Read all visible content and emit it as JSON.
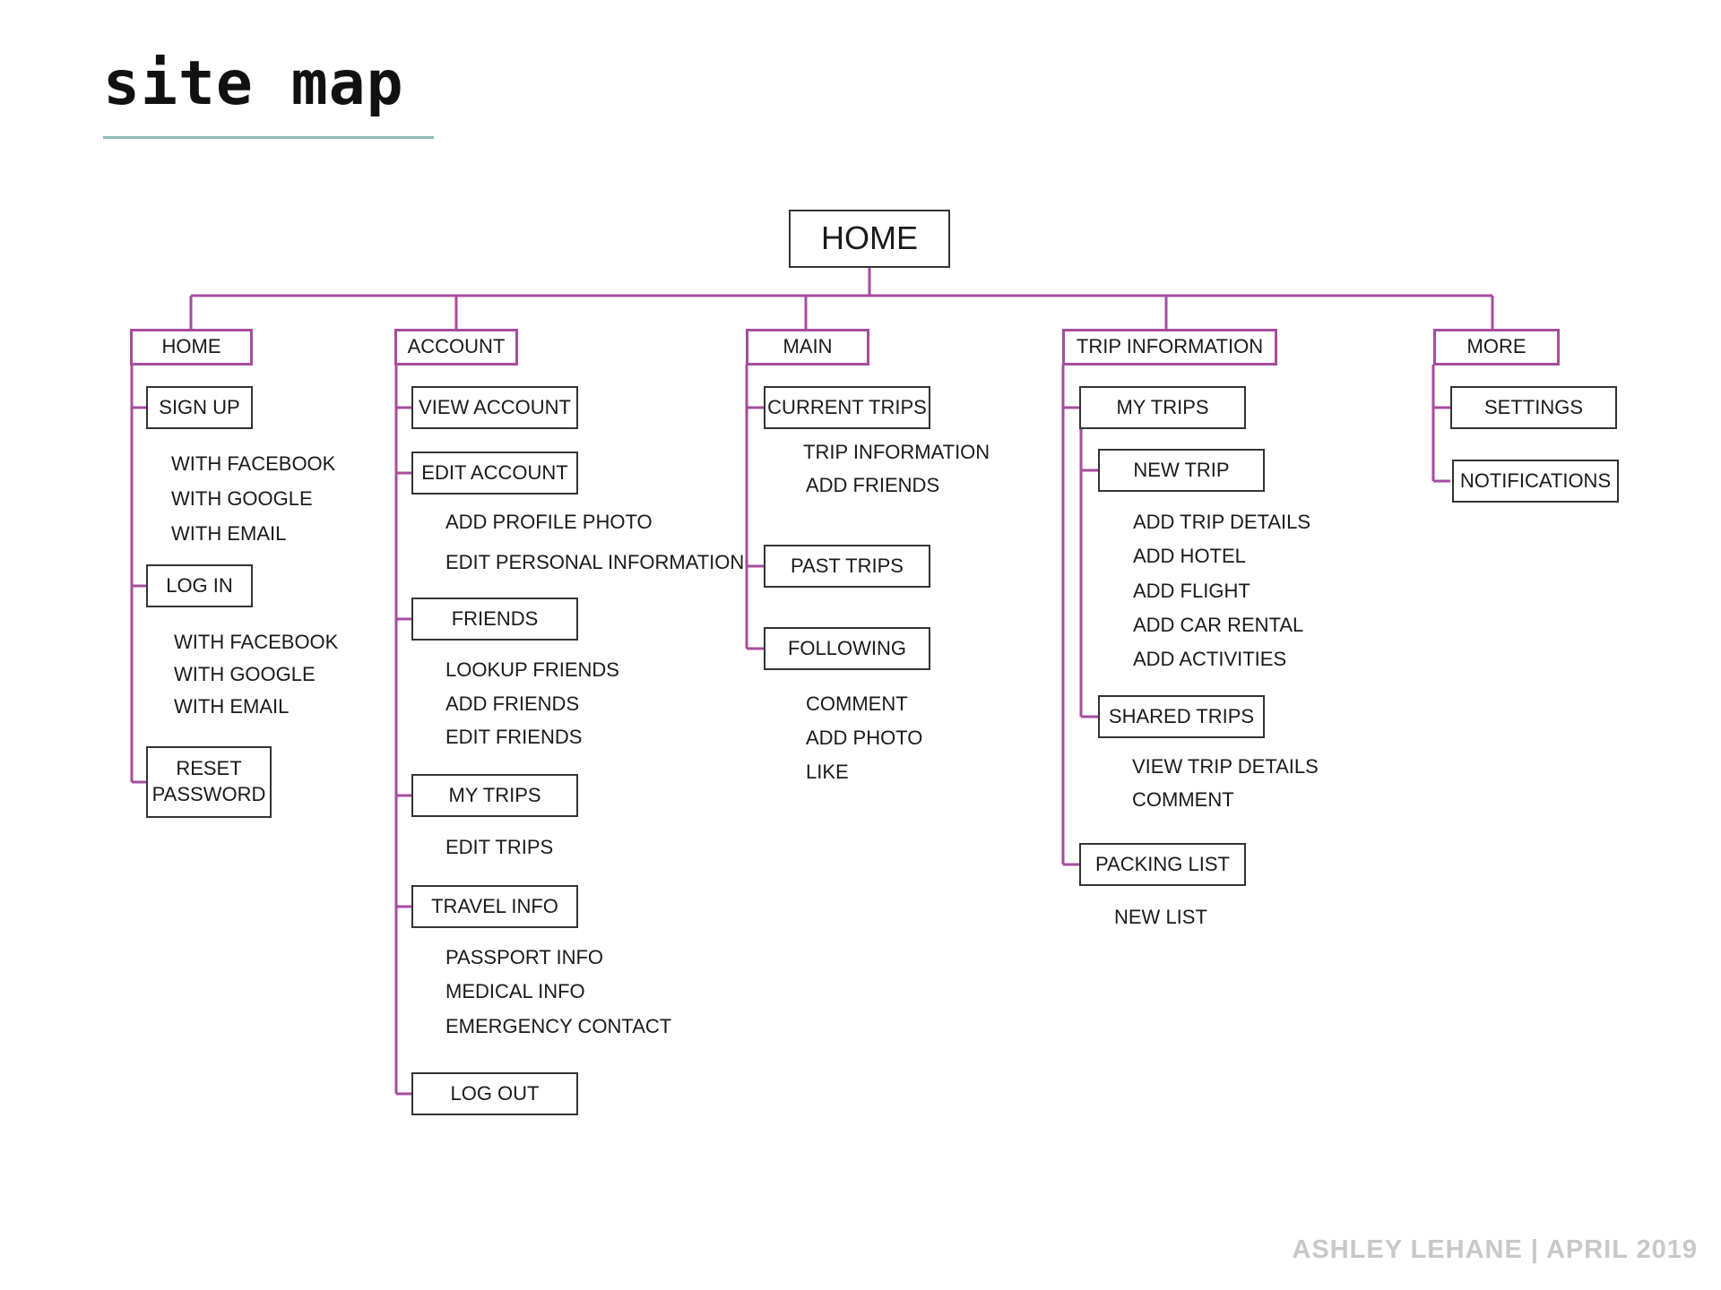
{
  "page": {
    "title": "site map",
    "footer": "ASHLEY LEHANE | APRIL 2019"
  },
  "root": "HOME",
  "columns": {
    "home": {
      "header": "HOME",
      "sign_up": "SIGN UP",
      "sign_up_options": [
        "WITH FACEBOOK",
        "WITH GOOGLE",
        "WITH EMAIL"
      ],
      "log_in": "LOG IN",
      "log_in_options": [
        "WITH FACEBOOK",
        "WITH GOOGLE",
        "WITH EMAIL"
      ],
      "reset_password": "RESET\nPASSWORD"
    },
    "account": {
      "header": "ACCOUNT",
      "view_account": "VIEW ACCOUNT",
      "edit_account": "EDIT ACCOUNT",
      "edit_account_options": [
        "ADD PROFILE PHOTO",
        "EDIT PERSONAL INFORMATION"
      ],
      "friends": "FRIENDS",
      "friends_options": [
        "LOOKUP FRIENDS",
        "ADD FRIENDS",
        "EDIT FRIENDS"
      ],
      "my_trips": "MY TRIPS",
      "my_trips_options": [
        "EDIT TRIPS"
      ],
      "travel_info": "TRAVEL INFO",
      "travel_info_options": [
        "PASSPORT INFO",
        "MEDICAL INFO",
        "EMERGENCY CONTACT"
      ],
      "log_out": "LOG OUT"
    },
    "main": {
      "header": "MAIN",
      "current_trips": "CURRENT TRIPS",
      "current_trips_options": [
        "TRIP INFORMATION",
        "ADD FRIENDS"
      ],
      "past_trips": "PAST TRIPS",
      "following": "FOLLOWING",
      "following_options": [
        "COMMENT",
        "ADD PHOTO",
        "LIKE"
      ]
    },
    "trip_information": {
      "header": "TRIP INFORMATION",
      "my_trips": "MY TRIPS",
      "new_trip": "NEW TRIP",
      "new_trip_options": [
        "ADD TRIP DETAILS",
        "ADD HOTEL",
        "ADD FLIGHT",
        "ADD CAR RENTAL",
        "ADD ACTIVITIES"
      ],
      "shared_trips": "SHARED TRIPS",
      "shared_trips_options": [
        "VIEW TRIP DETAILS",
        "COMMENT"
      ],
      "packing_list": "PACKING LIST",
      "packing_list_options": [
        "NEW LIST"
      ]
    },
    "more": {
      "header": "MORE",
      "settings": "SETTINGS",
      "notifications": "NOTIFICATIONS"
    }
  },
  "colors": {
    "connector": "#a64d9e",
    "box_border": "#333333",
    "title_rule": "#8fb8b5",
    "footer_text": "#c8c8c8"
  }
}
